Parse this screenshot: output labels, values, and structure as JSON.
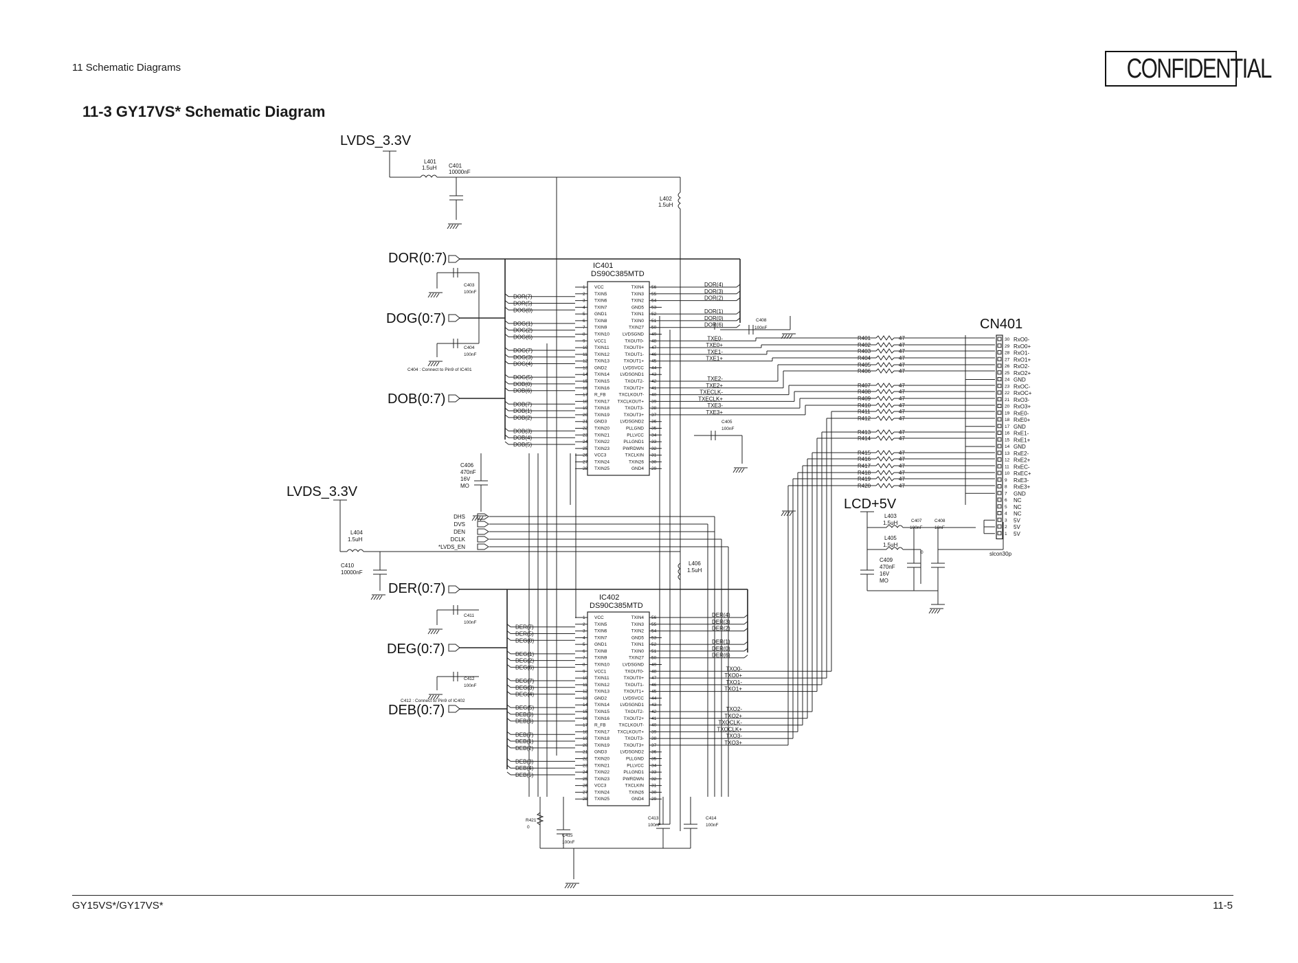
{
  "header": {
    "section": "11 Schematic Diagrams",
    "confidential": "CONFIDENTIAL"
  },
  "title": "11-3 GY17VS* Schematic Diagram",
  "footer": {
    "model": "GY15VS*/GY17VS*",
    "page": "11-5"
  },
  "power": {
    "lvds1": "LVDS_3.3V",
    "lvds2": "LVDS_3.3V",
    "lcd": "LCD+5V"
  },
  "buses": {
    "dor": "DOR(0:7)",
    "dog": "DOG(0:7)",
    "dob": "DOB(0:7)",
    "der": "DER(0:7)",
    "deg": "DEG(0:7)",
    "deb": "DEB(0:7)"
  },
  "parts": {
    "l401": "L401",
    "l401v": "1.5uH",
    "c401": "C401",
    "c401v": "10000nF",
    "l402": "L402",
    "l402v": "1.5uH",
    "c403": "C403",
    "c403v": "100nF",
    "c404": "C404",
    "c404v": "100nF",
    "c404note": "C404 : Connect to Pin9 of IC401",
    "c405": "C405",
    "c405v": "100nF",
    "c406": "C406",
    "c406v1": "470nF",
    "c406v2": "16V",
    "c406v3": "MO",
    "c408": "C408",
    "c408v": "100nF",
    "l404": "L404",
    "l404v": "1.5uH",
    "c410": "C410",
    "c410v": "10000nF",
    "l406": "L406",
    "l406v": "1.5uH",
    "c411": "C411",
    "c411v": "100nF",
    "c412": "C412",
    "c412v": "100nF",
    "c412note": "C412 : Connect to Pin9 of IC402",
    "r421": "R421",
    "r421v": "0",
    "c415": "C415",
    "c415v": "100nF",
    "c413": "C413",
    "c413v": "100nF",
    "c414": "C414",
    "c414v": "100nF",
    "l403": "L403",
    "l403v": "1.5uH",
    "l405": "L405",
    "l405v": "1.5uH",
    "c407": "C407",
    "c407v": "100nF",
    "c409b": "C408",
    "c409bv": "10nF",
    "c409": "C409",
    "c409v1": "470nF",
    "c409v2": "16V",
    "c409v3": "MO",
    "zero": "0"
  },
  "ic401": {
    "ref": "IC401",
    "part": "DS90C385MTD"
  },
  "ic402": {
    "ref": "IC402",
    "part": "DS90C385MTD"
  },
  "ic_left_pins": [
    "VCC",
    "TXIN5",
    "TXIN6",
    "TXIN7",
    "GND1",
    "TXIN8",
    "TXIN9",
    "TXIN10",
    "VCC1",
    "TXIN11",
    "TXIN12",
    "TXIN13",
    "GND2",
    "TXIN14",
    "TXIN15",
    "TXIN16",
    "R_FB",
    "TXIN17",
    "TXIN18",
    "TXIN19",
    "GND3",
    "TXIN20",
    "TXIN21",
    "TXIN22",
    "TXIN23",
    "VCC3",
    "TXIN24",
    "TXIN25"
  ],
  "ic_right_pins": [
    "TXIN4",
    "TXIN3",
    "TXIN2",
    "GND5",
    "TXIN1",
    "TXIN0",
    "TXIN27",
    "LVDSGND",
    "TXOUT0-",
    "TXOUT0+",
    "TXOUT1-",
    "TXOUT1+",
    "LVDSVCC",
    "LVDSGND1",
    "TXOUT2-",
    "TXOUT2+",
    "TXCLKOUT-",
    "TXCLKOUT+",
    "TXOUT3-",
    "TXOUT3+",
    "LVDSGND2",
    "PLLGND",
    "PLLVCC",
    "PLLGND1",
    "PWRDWN",
    "TXCLKIN",
    "TXIN26",
    "GND4"
  ],
  "ic401_left_nets": [
    "DOR(7)",
    "DOR(5)",
    "DOG(0)",
    "DOG(1)",
    "DOG(2)",
    "DOG(6)",
    "DOG(7)",
    "DOG(3)",
    "DOG(4)",
    "DOG(5)",
    "DOB(0)",
    "DOB(6)",
    "DOB(7)",
    "DOB(1)",
    "DOB(2)",
    "DOB(3)",
    "DOB(4)",
    "DOB(5)"
  ],
  "ic401_right_nets": [
    "DOR(4)",
    "DOR(3)",
    "DOR(2)",
    "DOR(1)",
    "DOR(0)",
    "DOR(6)"
  ],
  "ic401_lvds": [
    "TXE0-",
    "TXE0+",
    "TXE1-",
    "TXE1+",
    "TXE2-",
    "TXE2+",
    "TXECLK-",
    "TXECLK+",
    "TXE3-",
    "TXE3+"
  ],
  "ic402_left_nets": [
    "DER(7)",
    "DER(5)",
    "DEG(0)",
    "DEG(1)",
    "DEG(2)",
    "DEG(6)",
    "DEG(7)",
    "DEG(3)",
    "DEG(4)",
    "DEG(5)",
    "DEB(0)",
    "DEB(6)",
    "DEB(7)",
    "DEB(1)",
    "DEB(2)",
    "DEB(3)",
    "DEB(4)",
    "DEB(5)"
  ],
  "ic402_right_nets": [
    "DER(4)",
    "DER(3)",
    "DER(2)",
    "DER(1)",
    "DER(0)",
    "DER(6)"
  ],
  "ic402_lvds": [
    "TXO0-",
    "TXO0+",
    "TXO1-",
    "TXO1+",
    "TXO2-",
    "TXO2+",
    "TXOCLK-",
    "TXOCLK+",
    "TXO3-",
    "TXO3+"
  ],
  "sync": [
    "DHS",
    "DVS",
    "DEN",
    "DCLK",
    "*LVDS_EN"
  ],
  "resistors": [
    "R401",
    "R402",
    "R403",
    "R404",
    "R405",
    "R406",
    "R407",
    "R408",
    "R409",
    "R410",
    "R411",
    "R412",
    "R413",
    "R414",
    "R415",
    "R416",
    "R417",
    "R418",
    "R419",
    "R420"
  ],
  "res_value": "47",
  "cn401": {
    "ref": "CN401",
    "part": "slcon30p",
    "pins": [
      "RxO0-",
      "RxO0+",
      "RxO1-",
      "RxO1+",
      "RxO2-",
      "RxO2+",
      "GND",
      "RxOC-",
      "RxOC+",
      "RxO3-",
      "RxO3+",
      "RxE0-",
      "RxE0+",
      "GND",
      "RxE1-",
      "RxE1+",
      "GND",
      "RxE2-",
      "RxE2+",
      "RxEC-",
      "RxEC+",
      "RxE3-",
      "RxE3+",
      "GND",
      "NC",
      "NC",
      "NC",
      "5V",
      "5V",
      "5V"
    ],
    "pin_numbers": [
      "30",
      "29",
      "28",
      "27",
      "26",
      "25",
      "24",
      "23",
      "22",
      "21",
      "20",
      "19",
      "18",
      "17",
      "16",
      "15",
      "14",
      "13",
      "12",
      "11",
      "10",
      "9",
      "8",
      "7",
      "6",
      "5",
      "4",
      "3",
      "2",
      "1"
    ]
  }
}
